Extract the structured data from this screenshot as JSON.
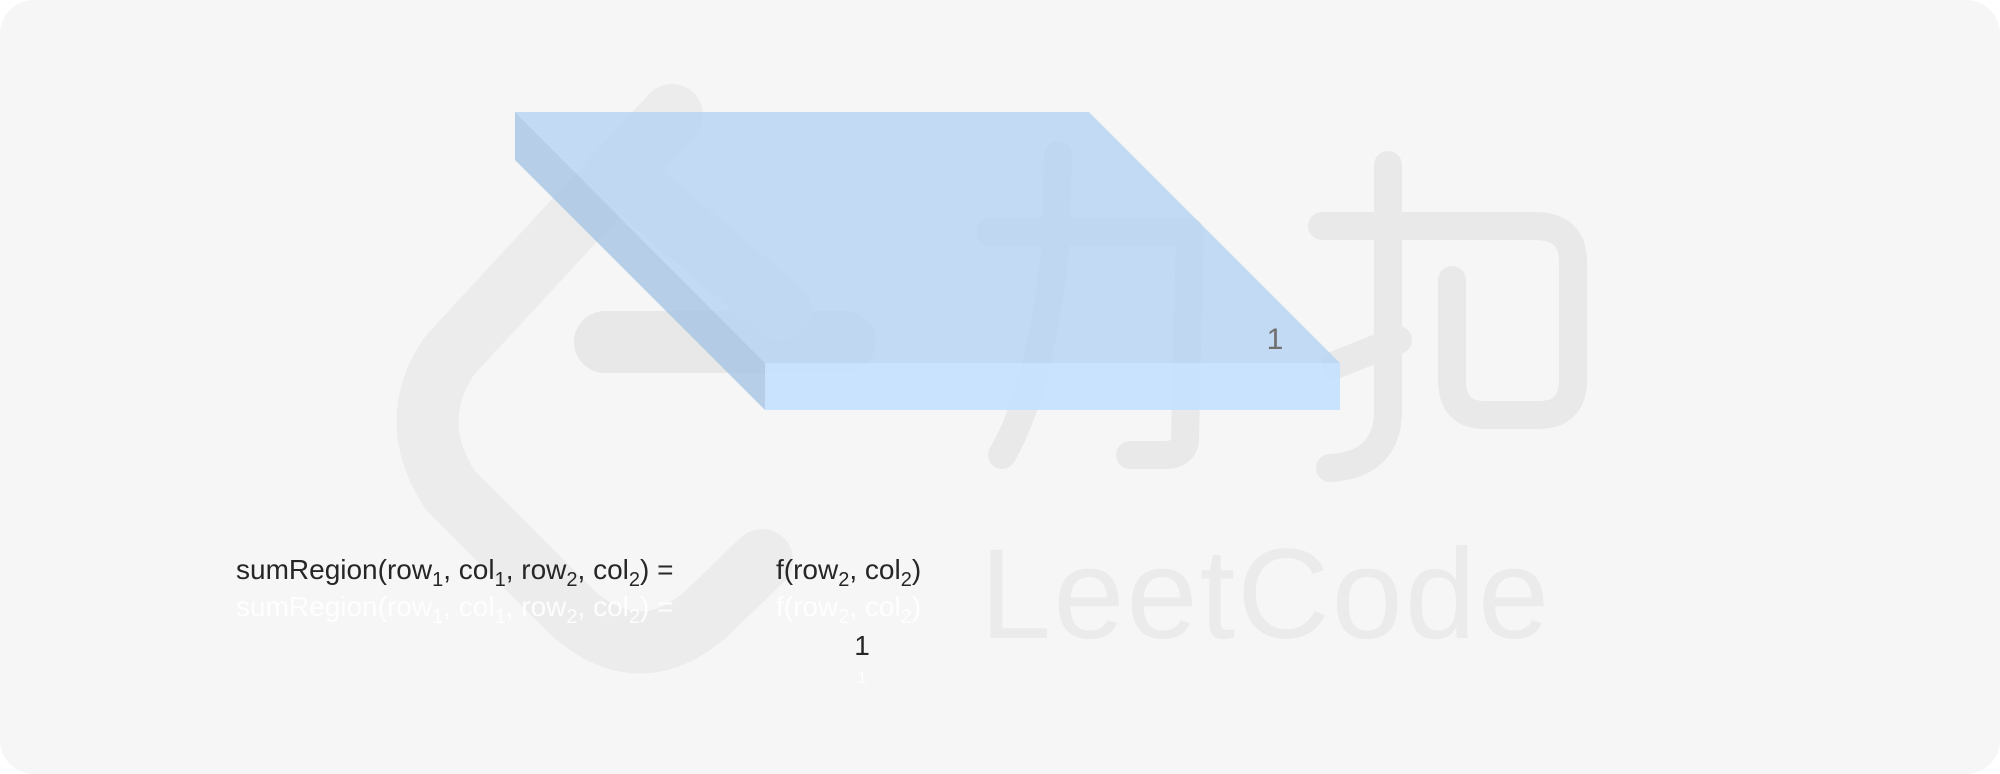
{
  "colors": {
    "background": "#f6f6f6",
    "watermark": "#e9e9e9",
    "slab_top": "#b4d2f2",
    "slab_front": "#c4e0fe",
    "slab_side": "#a8c4e4",
    "text": "#262626"
  },
  "watermark": {
    "brand_text": "LeetCode",
    "cjk_text": "力扣",
    "icon": "leetcode-logo-icon"
  },
  "slab": {
    "label": "1"
  },
  "formula": {
    "lhs_name": "sumRegion(",
    "row1": "row",
    "row1_sub": "1",
    "sep1": ", ",
    "col1": "col",
    "col1_sub": "1",
    "sep2": ", ",
    "row2": "row",
    "row2_sub": "2",
    "sep3": ", ",
    "col2": "col",
    "col2_sub": "2",
    "lhs_close": ") =",
    "rhs_open": "f(",
    "rhs_row": "row",
    "rhs_row_sub": "2",
    "rhs_sep": ", ",
    "rhs_col": "col",
    "rhs_col_sub": "2",
    "rhs_close": ")"
  },
  "result": {
    "value": "1",
    "ghost_value": "1"
  }
}
